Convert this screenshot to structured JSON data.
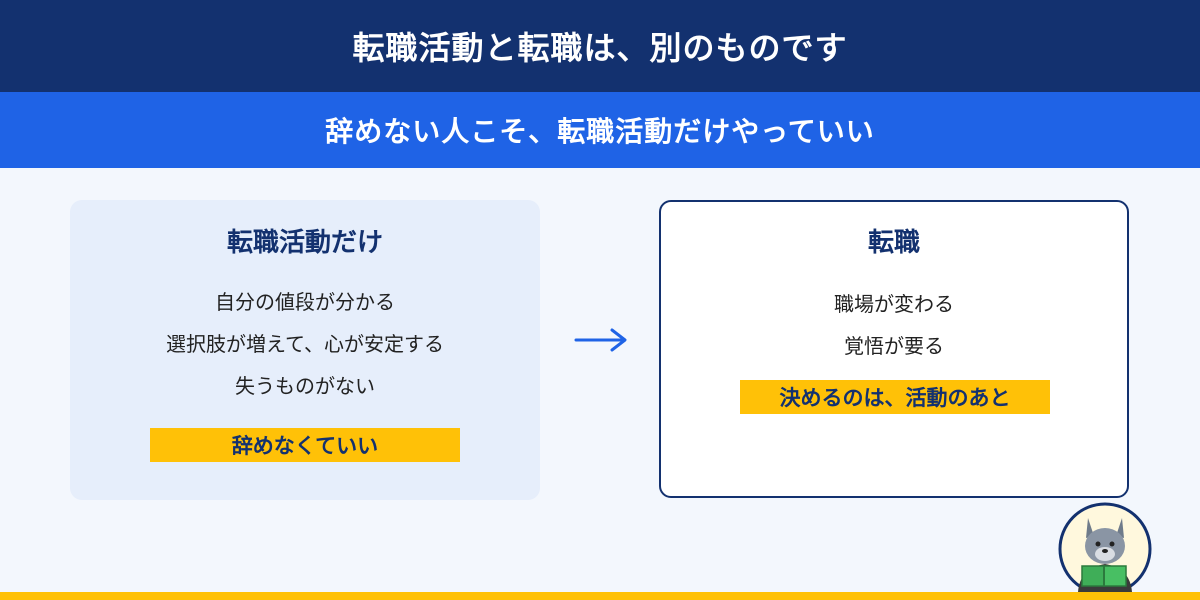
{
  "header": {
    "title": "転職活動と転職は、別のものです",
    "subtitle": "辞めない人こそ、転職活動だけやっていい"
  },
  "left_card": {
    "title": "転職活動だけ",
    "lines": [
      "自分の値段が分かる",
      "選択肢が増えて、心が安定する",
      "失うものがない"
    ],
    "highlight": "辞めなくていい"
  },
  "right_card": {
    "title": "転職",
    "lines": [
      "職場が変わる",
      "覚悟が要る"
    ],
    "highlight": "決めるのは、活動のあと"
  },
  "icons": {
    "arrow": "arrow-right-icon",
    "mascot": "wolf-reading-book-icon"
  },
  "colors": {
    "navy": "#13316f",
    "blue": "#1f63e6",
    "yellow": "#ffc107",
    "background": "#f3f7fd"
  }
}
